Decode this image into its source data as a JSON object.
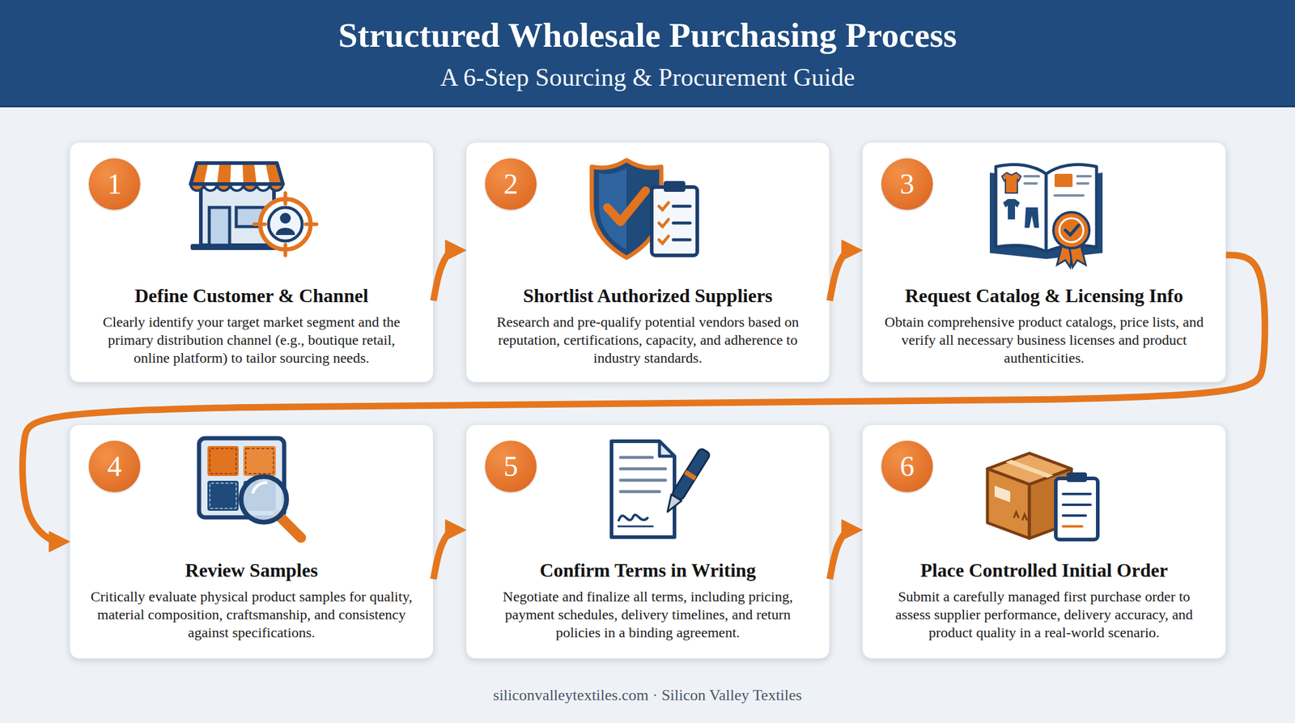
{
  "diagram": {
    "title": "Structured Wholesale Purchasing Process",
    "caption": "siliconvalleytextiles.com · Silicon Valley Textiles",
    "nodes": [
      {
        "text": [
          "Define Customer & Channel",
          "Clearly identify your target market segment and the primary distribution channel (e.g., boutique retail, online platform) to tailor sourcing needs."
        ]
      },
      {
        "text": [
          "1"
        ],
        "in": 0
      },
      {
        "text": [
          "Shortlist Authorized Suppliers",
          "Research and pre-qualify potential vendors based on reputation, certifications, capacity, and adherence to industry standards."
        ]
      },
      {
        "text": [
          "2"
        ],
        "in": 2
      },
      {
        "text": [
          "Request Catalog & Licensing Info",
          "Obtain comprehensive product catalogs, price lists, and verify all necessary business licenses and product authenticities."
        ]
      },
      {
        "text": [
          "3"
        ],
        "in": 4
      },
      {
        "text": [
          "Review Samples",
          "Critically evaluate physical product samples for quality, material composition, craftsmanship, and consistency against specifications."
        ]
      },
      {
        "text": [
          "4"
        ],
        "in": 6
      },
      {
        "text": [
          "Confirm Terms in Writing",
          "Negotiate and finalize all terms, including pricing, payment schedules, delivery timelines, and return policies in a binding agreement."
        ]
      },
      {
        "text": [
          "5"
        ],
        "in": 8
      },
      {
        "text": [
          "Place Controlled Initial Order",
          "Submit a carefully managed first purchase order to assess supplier performance, delivery accuracy, and product quality in a real-world scenario."
        ]
      },
      {
        "text": [
          "6"
        ],
        "in": 10
      }
    ],
    "edges": [
      {
        "from": 0,
        "to": 2,
        "arrow": "to"
      },
      {
        "from": 2,
        "to": 4,
        "arrow": "to"
      },
      {
        "from": 4,
        "to": 6,
        "arrow": "to"
      },
      {
        "from": 6,
        "to": 8,
        "arrow": "to"
      },
      {
        "from": 8,
        "to": 10,
        "arrow": "to"
      }
    ],
    "labels": [
      "A 6-Step Sourcing & Procurement Guide"
    ]
  }
}
